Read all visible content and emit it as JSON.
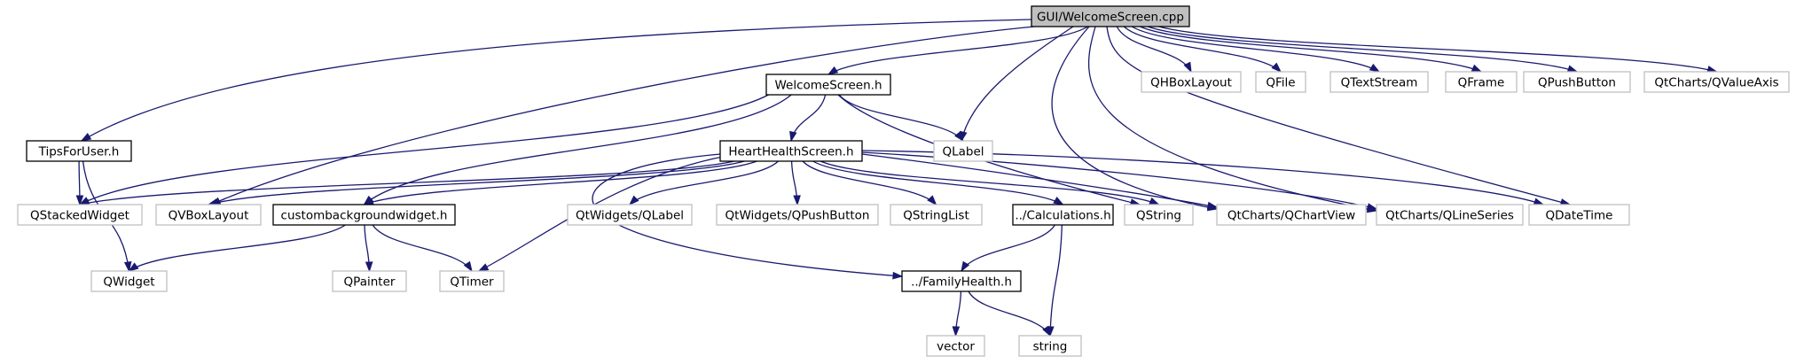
{
  "colors": {
    "edge": "#191970",
    "root_fill": "#bfbfbf",
    "node_fill": "#ffffff",
    "project_border": "#000000",
    "external_border": "#bfbfbf",
    "text": "#000000"
  },
  "nodes": [
    {
      "id": "welcome_cpp",
      "label": "GUI/WelcomeScreen.cpp",
      "kind": "root"
    },
    {
      "id": "welcome_h",
      "label": "WelcomeScreen.h",
      "kind": "project"
    },
    {
      "id": "tips_h",
      "label": "TipsForUser.h",
      "kind": "project"
    },
    {
      "id": "heart_h",
      "label": "HeartHealthScreen.h",
      "kind": "project"
    },
    {
      "id": "custom_h",
      "label": "custombackgroundwidget.h",
      "kind": "project"
    },
    {
      "id": "calc_h",
      "label": "../Calculations.h",
      "kind": "project"
    },
    {
      "id": "family_h",
      "label": "../FamilyHealth.h",
      "kind": "project"
    },
    {
      "id": "qhbox",
      "label": "QHBoxLayout",
      "kind": "external"
    },
    {
      "id": "qfile",
      "label": "QFile",
      "kind": "external"
    },
    {
      "id": "qtextstream",
      "label": "QTextStream",
      "kind": "external"
    },
    {
      "id": "qframe",
      "label": "QFrame",
      "kind": "external"
    },
    {
      "id": "qpushbutton",
      "label": "QPushButton",
      "kind": "external"
    },
    {
      "id": "qvalueaxis",
      "label": "QtCharts/QValueAxis",
      "kind": "external"
    },
    {
      "id": "qlabel",
      "label": "QLabel",
      "kind": "external"
    },
    {
      "id": "qstacked",
      "label": "QStackedWidget",
      "kind": "external"
    },
    {
      "id": "qvbox",
      "label": "QVBoxLayout",
      "kind": "external"
    },
    {
      "id": "qtw_label",
      "label": "QtWidgets/QLabel",
      "kind": "external"
    },
    {
      "id": "qtw_push",
      "label": "QtWidgets/QPushButton",
      "kind": "external"
    },
    {
      "id": "qstringlist",
      "label": "QStringList",
      "kind": "external"
    },
    {
      "id": "qstring",
      "label": "QString",
      "kind": "external"
    },
    {
      "id": "qchartview",
      "label": "QtCharts/QChartView",
      "kind": "external"
    },
    {
      "id": "qlineseries",
      "label": "QtCharts/QLineSeries",
      "kind": "external"
    },
    {
      "id": "qdatetime",
      "label": "QDateTime",
      "kind": "external"
    },
    {
      "id": "qwidget",
      "label": "QWidget",
      "kind": "external"
    },
    {
      "id": "qpainter",
      "label": "QPainter",
      "kind": "external"
    },
    {
      "id": "qtimer",
      "label": "QTimer",
      "kind": "external"
    },
    {
      "id": "vector",
      "label": "vector",
      "kind": "external"
    },
    {
      "id": "string",
      "label": "string",
      "kind": "external"
    }
  ],
  "edges": [
    [
      "welcome_cpp",
      "welcome_h"
    ],
    [
      "welcome_cpp",
      "tips_h"
    ],
    [
      "welcome_cpp",
      "qvbox"
    ],
    [
      "welcome_cpp",
      "qlabel"
    ],
    [
      "welcome_cpp",
      "qchartview"
    ],
    [
      "welcome_cpp",
      "qlineseries"
    ],
    [
      "welcome_cpp",
      "qdatetime"
    ],
    [
      "welcome_cpp",
      "qhbox"
    ],
    [
      "welcome_cpp",
      "qfile"
    ],
    [
      "welcome_cpp",
      "qtextstream"
    ],
    [
      "welcome_cpp",
      "qframe"
    ],
    [
      "welcome_cpp",
      "qpushbutton"
    ],
    [
      "welcome_cpp",
      "qvalueaxis"
    ],
    [
      "welcome_h",
      "heart_h"
    ],
    [
      "welcome_h",
      "qlabel"
    ],
    [
      "welcome_h",
      "qstacked"
    ],
    [
      "welcome_h",
      "custom_h"
    ],
    [
      "welcome_h",
      "qstring"
    ],
    [
      "tips_h",
      "qstacked"
    ],
    [
      "tips_h",
      "qwidget"
    ],
    [
      "heart_h",
      "qstacked"
    ],
    [
      "heart_h",
      "qvbox"
    ],
    [
      "heart_h",
      "custom_h"
    ],
    [
      "heart_h",
      "qtimer"
    ],
    [
      "heart_h",
      "family_h"
    ],
    [
      "heart_h",
      "qtw_label"
    ],
    [
      "heart_h",
      "qtw_push"
    ],
    [
      "heart_h",
      "qstringlist"
    ],
    [
      "heart_h",
      "calc_h"
    ],
    [
      "heart_h",
      "qstring"
    ],
    [
      "heart_h",
      "qchartview"
    ],
    [
      "heart_h",
      "qlineseries"
    ],
    [
      "heart_h",
      "qdatetime"
    ],
    [
      "custom_h",
      "qwidget"
    ],
    [
      "custom_h",
      "qpainter"
    ],
    [
      "custom_h",
      "qtimer"
    ],
    [
      "calc_h",
      "family_h"
    ],
    [
      "calc_h",
      "string"
    ],
    [
      "family_h",
      "vector"
    ],
    [
      "family_h",
      "string"
    ]
  ]
}
